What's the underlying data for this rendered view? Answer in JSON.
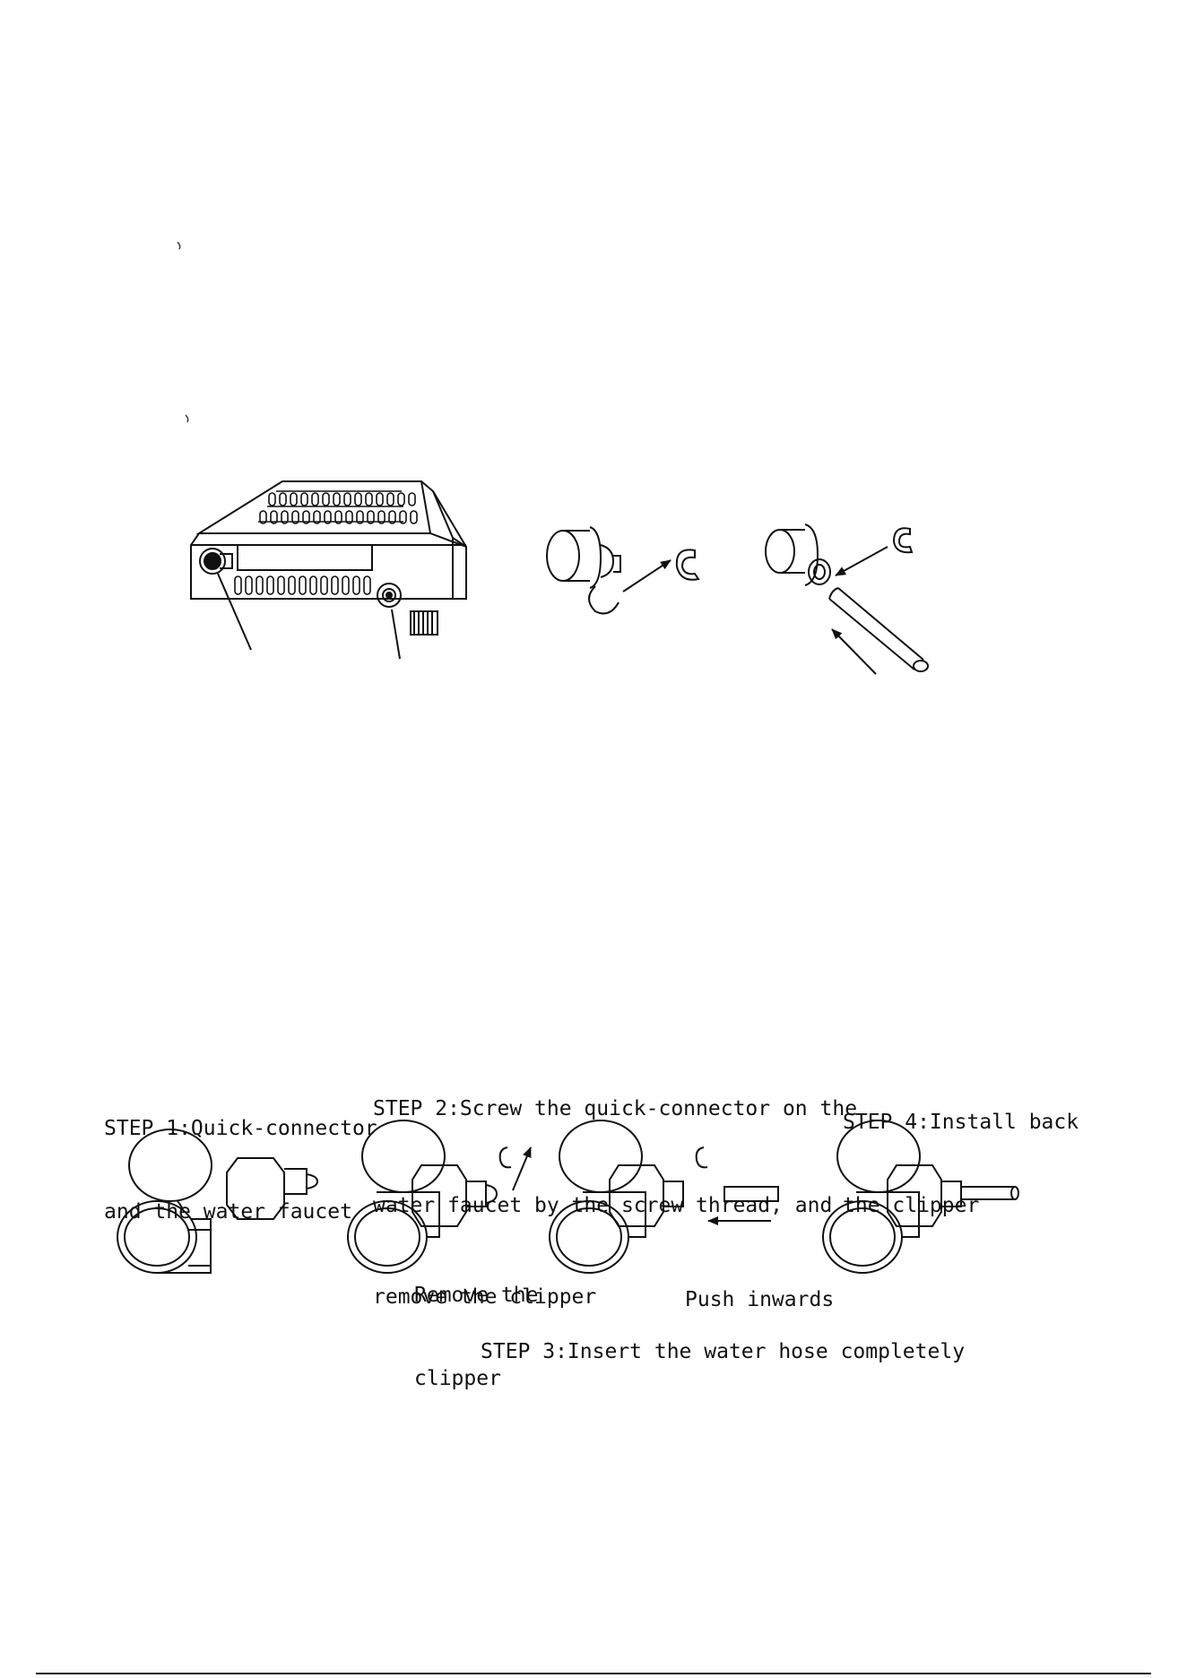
{
  "steps": {
    "step1": {
      "line1": "STEP 1:Quick-connector",
      "line2": "and the water faucet"
    },
    "step2": {
      "line1": "STEP 2:Screw the quick-connector on the",
      "line2": "water faucet by the screw thread, and",
      "line3": "remove the clipper"
    },
    "step3": {
      "text": "STEP 3:Insert the water hose completely"
    },
    "step4": {
      "line1": "STEP 4:Install back",
      "line2": "the clipper"
    }
  },
  "callouts": {
    "remove": {
      "line1": "Remove the",
      "line2": "clipper"
    },
    "push": {
      "text": "Push inwards"
    }
  },
  "colors": {
    "ink": "#111111",
    "paper": "#ffffff"
  }
}
